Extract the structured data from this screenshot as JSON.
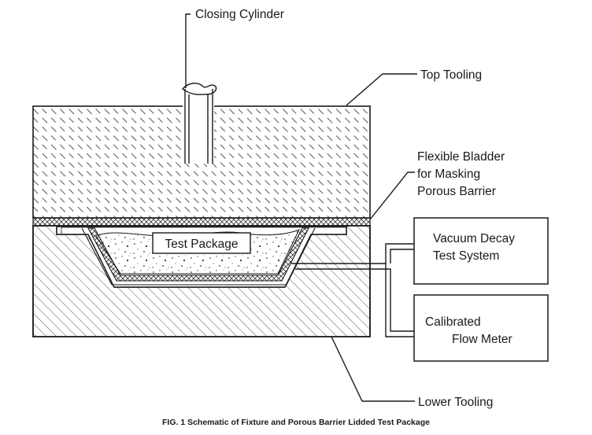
{
  "labels": {
    "closing_cylinder": "Closing Cylinder",
    "top_tooling": "Top Tooling",
    "flexible_bladder_line1": "Flexible Bladder",
    "flexible_bladder_line2": "for Masking",
    "flexible_bladder_line3": "Porous Barrier",
    "test_package": "Test Package",
    "vacuum_decay_line1": "Vacuum Decay",
    "vacuum_decay_line2": "Test System",
    "flow_meter_line1": "Calibrated",
    "flow_meter_line2": "Flow Meter",
    "lower_tooling": "Lower Tooling"
  },
  "caption": "FIG. 1 Schematic of Fixture and Porous Barrier Lidded Test Package"
}
